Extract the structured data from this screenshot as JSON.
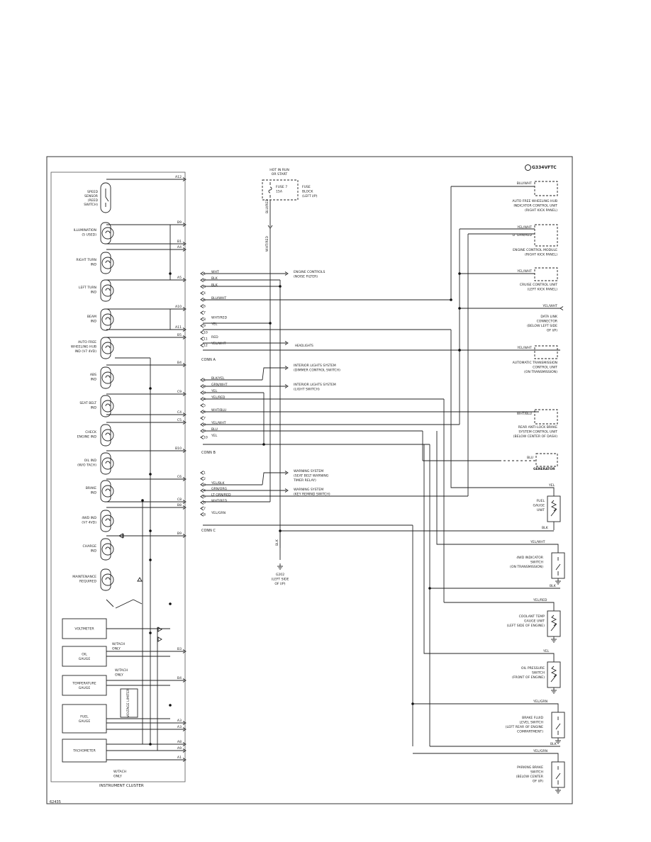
{
  "diagram_id": "G334VFTC",
  "figure_number": "62435",
  "cluster": {
    "title": "INSTRUMENT CLUSTER",
    "sensor": [
      "SPEED",
      "SENSOR",
      "(REED",
      "SWITCH)"
    ],
    "lamps": [
      [
        "ILLUMINATION",
        "(5 USED)"
      ],
      [
        "RIGHT TURN",
        "IND"
      ],
      [
        "LEFT TURN",
        "IND"
      ],
      [
        "BEAM",
        "IND"
      ],
      [
        "AUTO FREE",
        "WHEELING HUB",
        "IND  (V7 4VD)"
      ],
      [
        "ABS",
        "IND"
      ],
      [
        "SEAT BELT",
        "IND"
      ],
      [
        "CHECK",
        "ENGINE IND"
      ],
      [
        "OIL IND",
        "(W/O TACH)"
      ],
      [
        "BRAKE",
        "IND"
      ],
      [
        "4WD IND",
        "(V7 4VD)"
      ],
      [
        "CHARGE",
        "IND"
      ],
      [
        "MAINTENANCE",
        "REQUIRED"
      ]
    ],
    "gauges": [
      "VOLTMETER",
      [
        "OIL",
        "GAUGE"
      ],
      [
        "TEMPERATURE",
        "GAUGE"
      ],
      [
        "FUEL",
        "GAUGE"
      ],
      "TACHOMETER"
    ],
    "limiter": [
      "VOLTAGE",
      "LIMITER"
    ],
    "wtach": [
      "W/TACH",
      "ONLY"
    ],
    "pins": [
      "A12",
      "B9",
      "B1",
      "A4",
      "A5",
      "A10",
      "A11",
      "B5",
      "B4",
      "C9",
      "C4",
      "C5",
      "B10",
      "C6",
      "C8",
      "B8",
      "B9",
      "B3",
      "B4",
      "A3",
      "A3",
      "A8",
      "A9",
      "A1"
    ]
  },
  "fuse": {
    "hot": [
      "HOT IN RUN",
      "OR START"
    ],
    "name": [
      "FUSE 7",
      "15A"
    ],
    "block": [
      "FUSE",
      "BLOCK",
      "(LEFT I/P)"
    ],
    "wire1": "BLU/RED",
    "wire2": "WHT/RED"
  },
  "ground": {
    "wire": "BLK",
    "label": [
      "G202",
      "(LEFT SIDE",
      "OF I/P)"
    ]
  },
  "conn_a": {
    "label": "CONN A",
    "pins": [
      "1",
      "2",
      "3",
      "4",
      "5",
      "6",
      "7",
      "8",
      "9",
      "10",
      "11",
      "12"
    ],
    "wires": [
      "WHT",
      "BLK",
      "BLK",
      "",
      "BLU/WHT",
      "",
      "",
      "WHT/RED",
      "YEL",
      "",
      "RED",
      "YEL/WHT"
    ]
  },
  "conn_b": {
    "label": "CONN B",
    "pins": [
      "1",
      "2",
      "3",
      "4",
      "5",
      "6",
      "7",
      "8",
      "9",
      "10"
    ],
    "wires": [
      "BLK/YEL",
      "GRN/WHT",
      "YEL",
      "YEL/RED",
      "",
      "WHT/BLU",
      "",
      "YEL/WHT",
      "BLU",
      "YEL"
    ]
  },
  "conn_c": {
    "label": "CONN C",
    "pins": [
      "1",
      "2",
      "3",
      "4",
      "5",
      "6",
      "7",
      "8"
    ],
    "wires": [
      "",
      "",
      "YEL/BLK",
      "GRN/ORG",
      "LT GRN/RED",
      "WHT/RED",
      "",
      "YEL/GRN"
    ]
  },
  "mid_labels": {
    "engine_controls": [
      "ENGINE CONTROLS",
      "(NOISE FILTER)"
    ],
    "headlights": "HEADLIGHTS",
    "interior1": [
      "INTERIOR LIGHTS SYSTEM",
      "(DIMMER CONTROL SWITCH)"
    ],
    "interior2": [
      "INTERIOR LIGHTS SYSTEM",
      "(LIGHT SWITCH)"
    ],
    "warning1": [
      "WARNING SYSTEM",
      "(SEAT BELT WARNING",
      "TIMER RELAY)"
    ],
    "warning2": [
      "WARNING SYSTEM",
      "(KEY REMIND SWITCH)"
    ]
  },
  "right": {
    "hub": {
      "wire": "BLU/WHT",
      "label": [
        "AUTO FREE WHEELING HUB",
        "INDICATOR CONTROL UNIT",
        "(RIGHT KICK PANEL)"
      ]
    },
    "ecm": {
      "wires": [
        "YEL/WHT",
        "LT GRN/RED"
      ],
      "label": [
        "ENGINE CONTROL MODULE",
        "(RIGHT KICK PANEL)"
      ]
    },
    "cruise": {
      "wire": "YEL/WHT",
      "label": [
        "CRUISE CONTROL UNIT",
        "(LEFT KICK PANEL)"
      ]
    },
    "dlc": {
      "wire": "YEL/WHT",
      "label": [
        "DATA LINK",
        "CONNECTOR",
        "(BELOW LEFT SIDE",
        "OF I/P)"
      ]
    },
    "atu": {
      "wire": "YEL/WHT",
      "label": [
        "AUTOMATIC TRANSMISSION",
        "CONTROL UNIT",
        "(ON TRANSMISSION)"
      ]
    },
    "abs": {
      "wire": "WHT/BLU",
      "label": [
        "REAR ANTI-LOCK BRAKE",
        "SYSTEM CONTROL UNIT",
        "(BELOW CENTER OF DASH)"
      ]
    },
    "gen": {
      "wire": "BLU",
      "label": "GENERATOR"
    },
    "fuel": {
      "wires": [
        "YEL",
        "BLK"
      ],
      "label": [
        "FUEL",
        "GAUGE",
        "UNIT"
      ]
    },
    "fwd": {
      "wires": [
        "YEL/WHT",
        "BLK"
      ],
      "label": [
        "4WD INDICATOR",
        "SWITCH",
        "(ON TRANSMISSION)"
      ]
    },
    "coolant": {
      "wire": "YEL/RED",
      "label": [
        "COOLANT TEMP",
        "GAUGE UNIT",
        "(LEFT SIDE OF ENGINE)"
      ]
    },
    "oilp": {
      "wire": "YEL",
      "label": [
        "OIL PRESSURE",
        "SWITCH",
        "(FRONT OF ENGINE)"
      ]
    },
    "brakefluid": {
      "wires": [
        "YEL/GRN",
        "BLK"
      ],
      "label": [
        "BRAKE FLUID",
        "LEVEL SWITCH",
        "(LEFT REAR OF ENGINE",
        "COMPARTMENT)"
      ]
    },
    "parking": {
      "wire": "YEL/GRN",
      "label": [
        "PARKING BRAKE",
        "SWITCH",
        "(BELOW CENTER",
        "OF I/P)"
      ]
    }
  }
}
